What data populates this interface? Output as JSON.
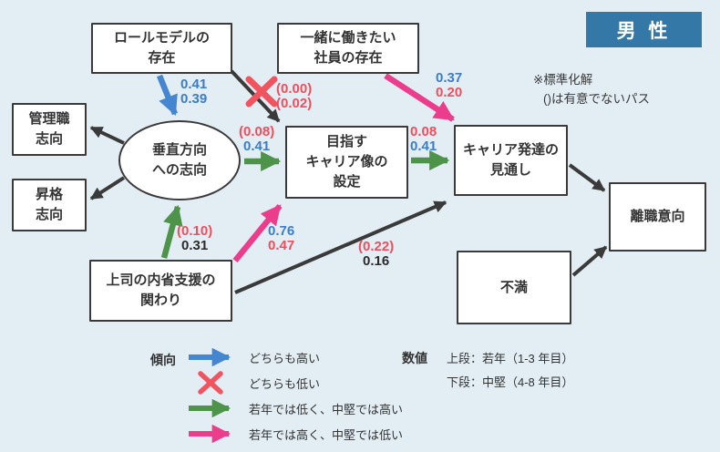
{
  "badge": {
    "label": "男 性"
  },
  "note": {
    "line1": "※標準化解",
    "line2": "()は有意でないパス"
  },
  "nodes": {
    "role_model": "ロールモデルの\n存在",
    "coworker": "一緒に働きたい\n社員の存在",
    "management_orientation": "管理職\n志向",
    "promotion_orientation": "昇格\n志向",
    "vertical_orientation": "垂直方向\nへの志向",
    "career_image": "目指す\nキャリア像の\n設定",
    "career_outlook": "キャリア発達の\n見通し",
    "turnover_intention": "離職意向",
    "supervisor_support": "上司の内省支援の\n関わり",
    "dissatisfaction": "不満"
  },
  "path_labels": {
    "rolemodel_to_vertical": {
      "upper": "0.41",
      "lower": "0.39"
    },
    "rolemodel_to_careerimage": {
      "upper": "(0.00)",
      "lower": "(0.02)"
    },
    "coworker_to_outlook": {
      "upper": "0.37",
      "lower": "0.20"
    },
    "vertical_to_careerimage": {
      "upper": "(0.08)",
      "lower": "0.41"
    },
    "careerimage_to_outlook": {
      "upper": "0.08",
      "lower": "0.41"
    },
    "supervisor_to_vertical": {
      "upper": "(0.10)",
      "lower": "0.31"
    },
    "supervisor_to_careerimage": {
      "upper": "0.76",
      "lower": "0.47"
    },
    "supervisor_to_outlook": {
      "upper": "(0.22)",
      "lower": "0.16"
    }
  },
  "legend": {
    "tendency_label": "傾向",
    "rows": [
      {
        "icon": "blue-arrow",
        "text": "どちらも高い"
      },
      {
        "icon": "red-x",
        "text": "どちらも低い"
      },
      {
        "icon": "green-arrow",
        "text": "若年では低く、中堅では高い"
      },
      {
        "icon": "pink-arrow",
        "text": "若年では高く、中堅では低い"
      }
    ],
    "values_label": "数値",
    "values_rows": [
      "上段：若年（1-3 年目）",
      "下段：中堅（4-8 年目）"
    ]
  },
  "colors": {
    "background": "#e2edf4",
    "badge_bg": "#3478a8",
    "arrow_blue": "#4486cf",
    "arrow_green": "#4d9349",
    "arrow_pink": "#ec3c8c",
    "arrow_black": "#3a3a3a",
    "x_red": "#f0545f",
    "text_blue": "#3c7dc9",
    "text_red": "#f04e5c"
  }
}
